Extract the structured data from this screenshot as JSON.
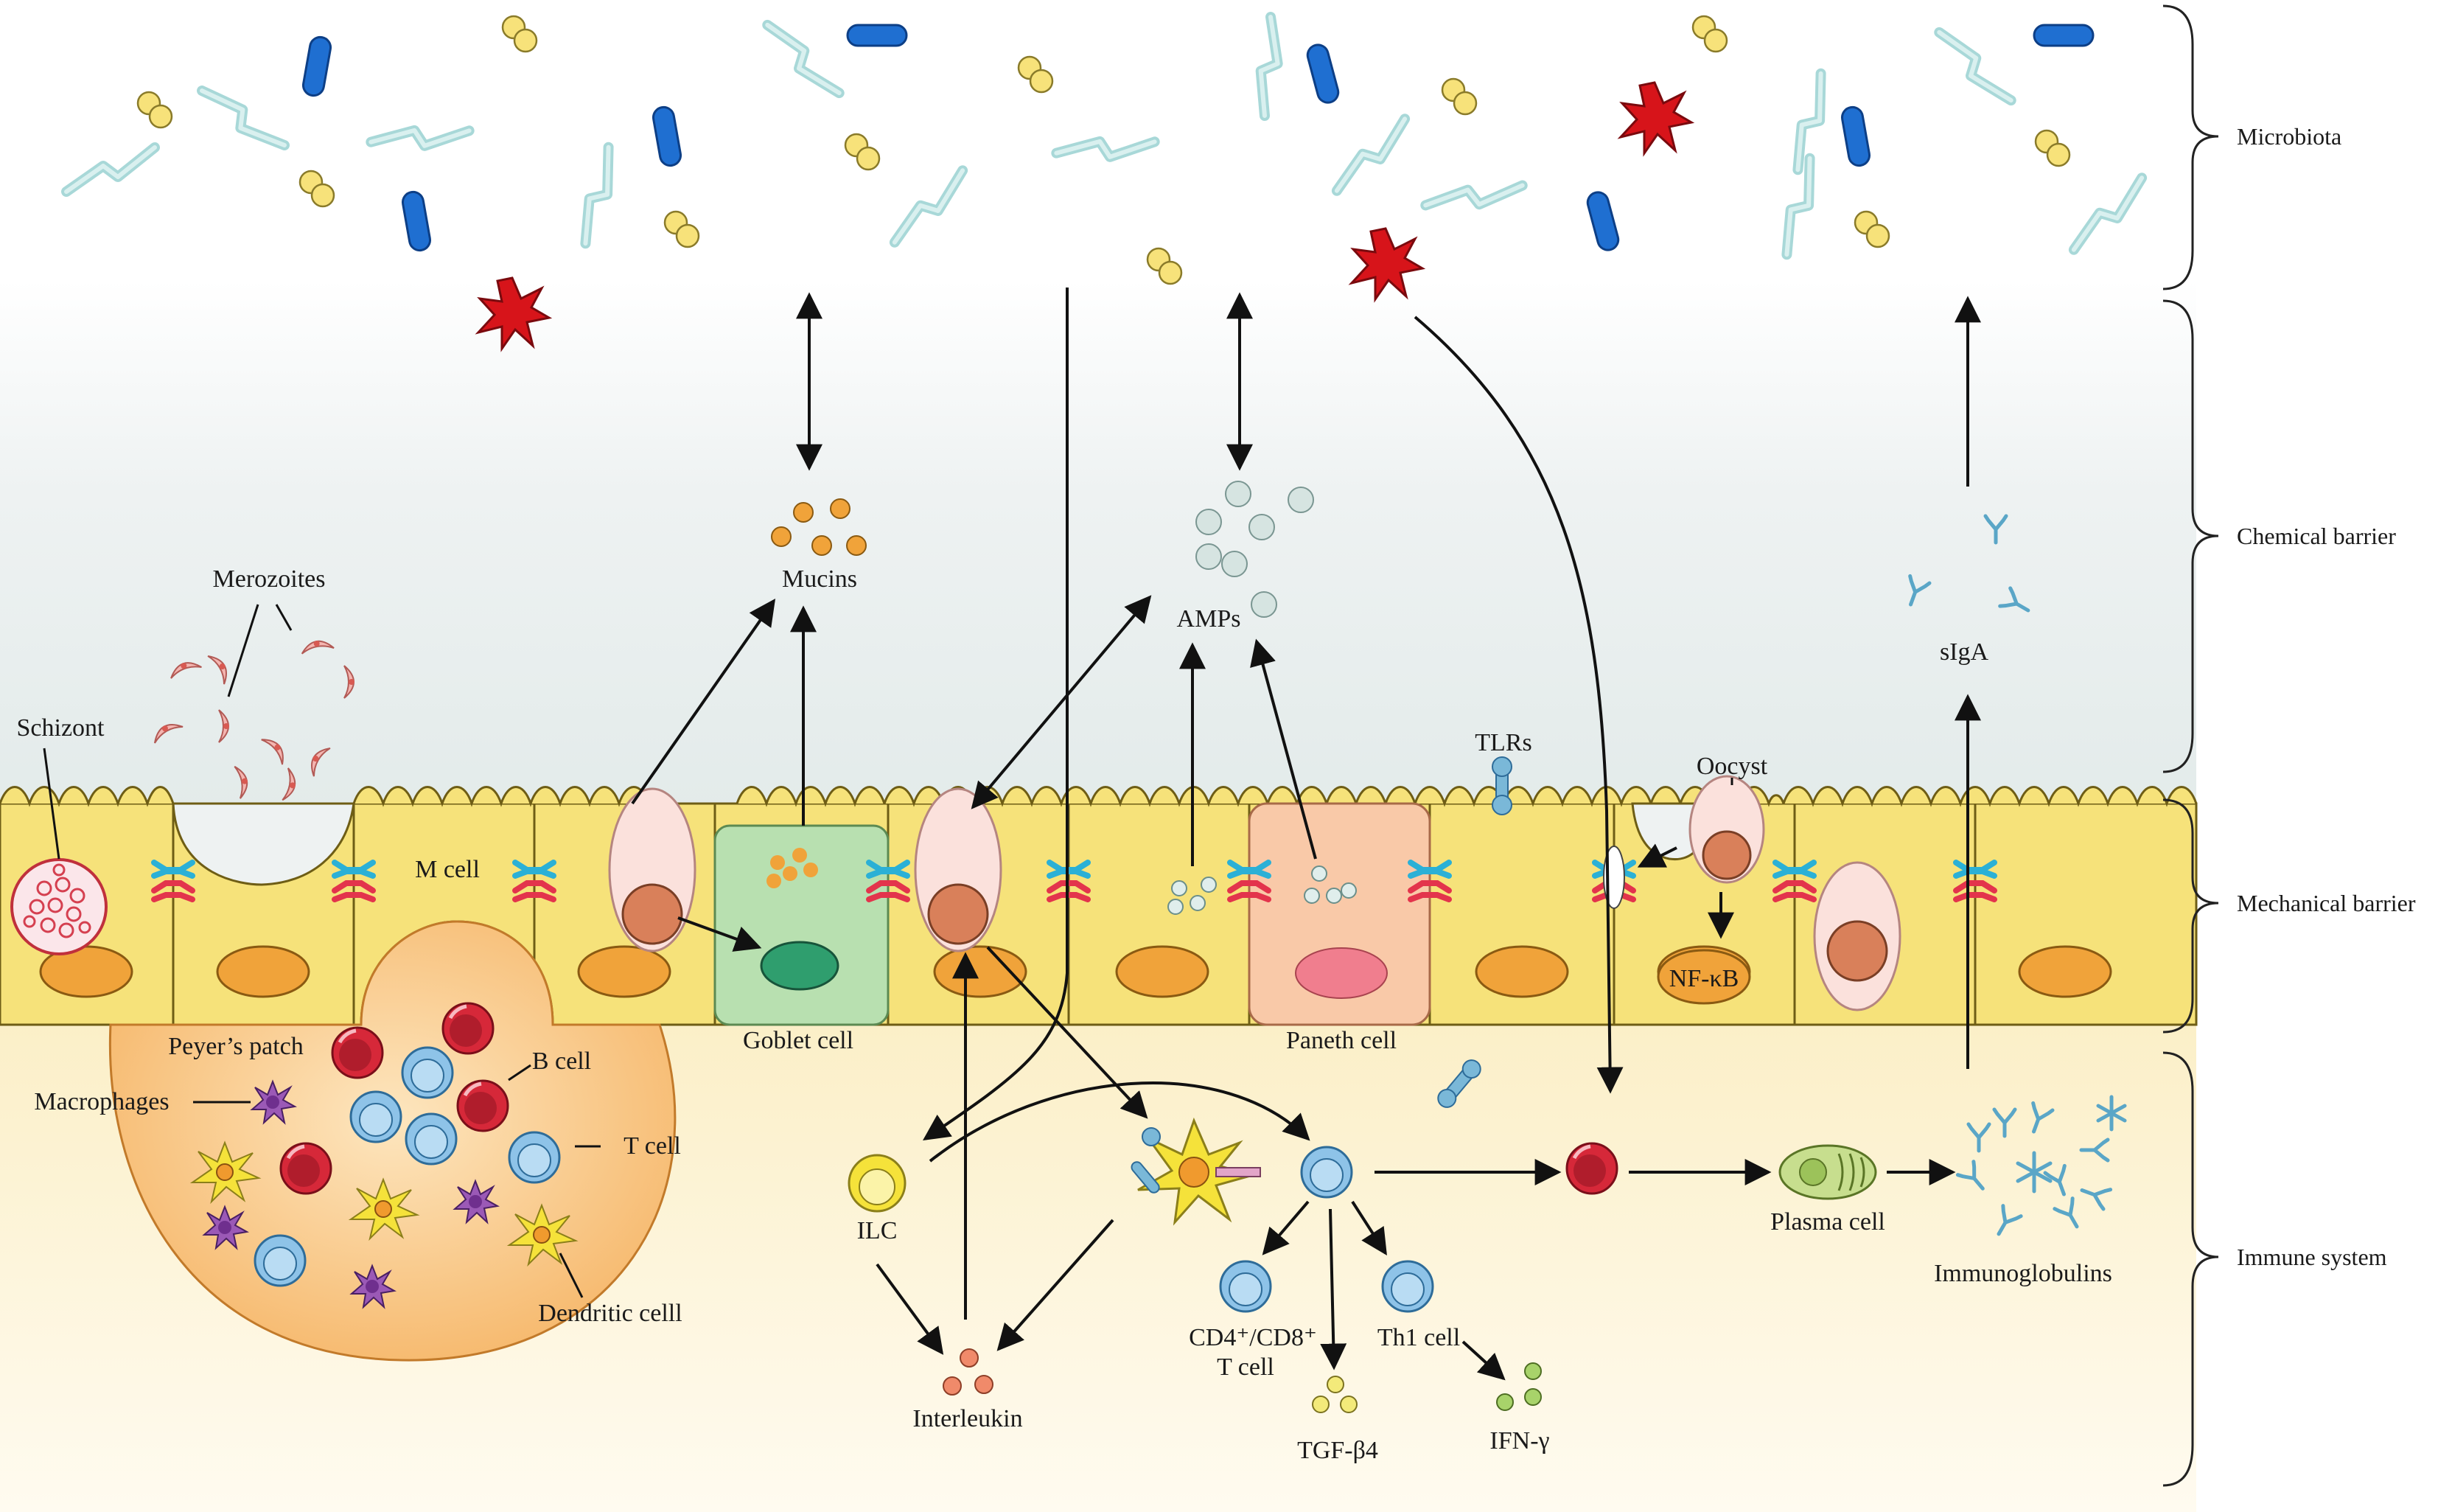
{
  "layers": [
    {
      "key": "microbiota",
      "label": "Microbiota"
    },
    {
      "key": "chemical",
      "label": "Chemical barrier"
    },
    {
      "key": "mechanical",
      "label": "Mechanical barrier"
    },
    {
      "key": "immune",
      "label": "Immune system"
    }
  ],
  "labels": {
    "merozoites": "Merozoites",
    "schizont": "Schizont",
    "m_cell": "M cell",
    "goblet_cell": "Goblet cell",
    "paneth_cell": "Paneth cell",
    "mucins": "Mucins",
    "amps": "AMPs",
    "tlrs": "TLRs",
    "oocyst": "Oocyst",
    "nfkb": "NF-κB",
    "sIgA": "sIgA",
    "peyers_patch": "Peyer’s patch",
    "b_cell": "B cell",
    "macrophages": "Macrophages",
    "t_cell": "T cell",
    "dendritic_cell": "Dendritic celll",
    "ilc": "ILC",
    "interleukin": "Interleukin",
    "cd4_cd8_t_cell_line1": "CD4⁺/CD8⁺",
    "cd4_cd8_t_cell_line2": "T cell",
    "th1_cell": "Th1 cell",
    "tgf_b4": "TGF-β4",
    "ifn_g": "IFN-γ",
    "plasma_cell": "Plasma cell",
    "immunoglobulins": "Immunoglobulins"
  },
  "colors": {
    "epithelium": "#f6e27a",
    "nucleus": "#f0a33a",
    "goblet_cell": "#b8e0b0",
    "goblet_nucleus": "#2f9e6e",
    "paneth_cell": "#f9c9a8",
    "paneth_nucleus": "#f07e8e",
    "lamina_propria": "#fdf4d6",
    "peyers_patch": "#f9c47f",
    "b_cell": "#d62839",
    "t_cell": "#8ec3e8",
    "macrophage": "#9b59b6",
    "dendritic": "#f5e23a",
    "bacteria_blue": "#1f6fd1",
    "bacteria_yellow": "#f7e27a",
    "filament": "#a8d8d8",
    "pathogen": "#d7141a",
    "mucins": "#f0a33a",
    "amps": "#c9dcd8",
    "tight_junction_blue": "#2bb0d6",
    "tight_junction_red": "#e3344c",
    "immunoglobulin": "#5aa6c7"
  }
}
